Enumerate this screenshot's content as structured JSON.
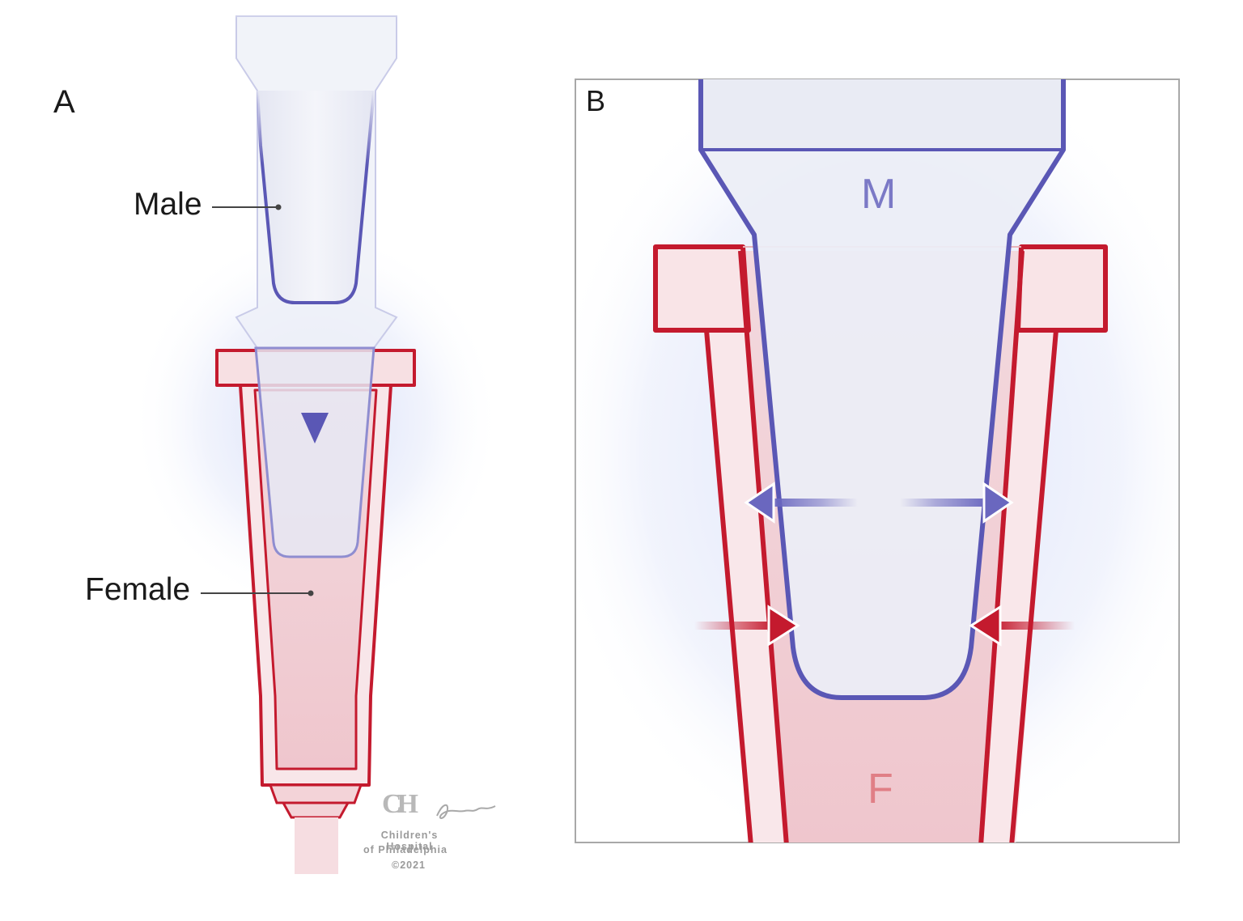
{
  "figure": {
    "panel_a": {
      "letter": "A",
      "male_label": "Male",
      "female_label": "Female"
    },
    "panel_b": {
      "letter": "B",
      "male_letter": "M",
      "female_letter": "F"
    },
    "credit": {
      "logo_mark": "CH",
      "line1": "Children's Hospital",
      "line2": "of Philadelphia",
      "line3": "©2021"
    },
    "colors": {
      "male_outline": "#5a57b5",
      "female_outline": "#c41a2e",
      "female_fill": "#f6d7db",
      "glow": "#d9e0f7",
      "panel_border": "#a8a8a8"
    }
  }
}
